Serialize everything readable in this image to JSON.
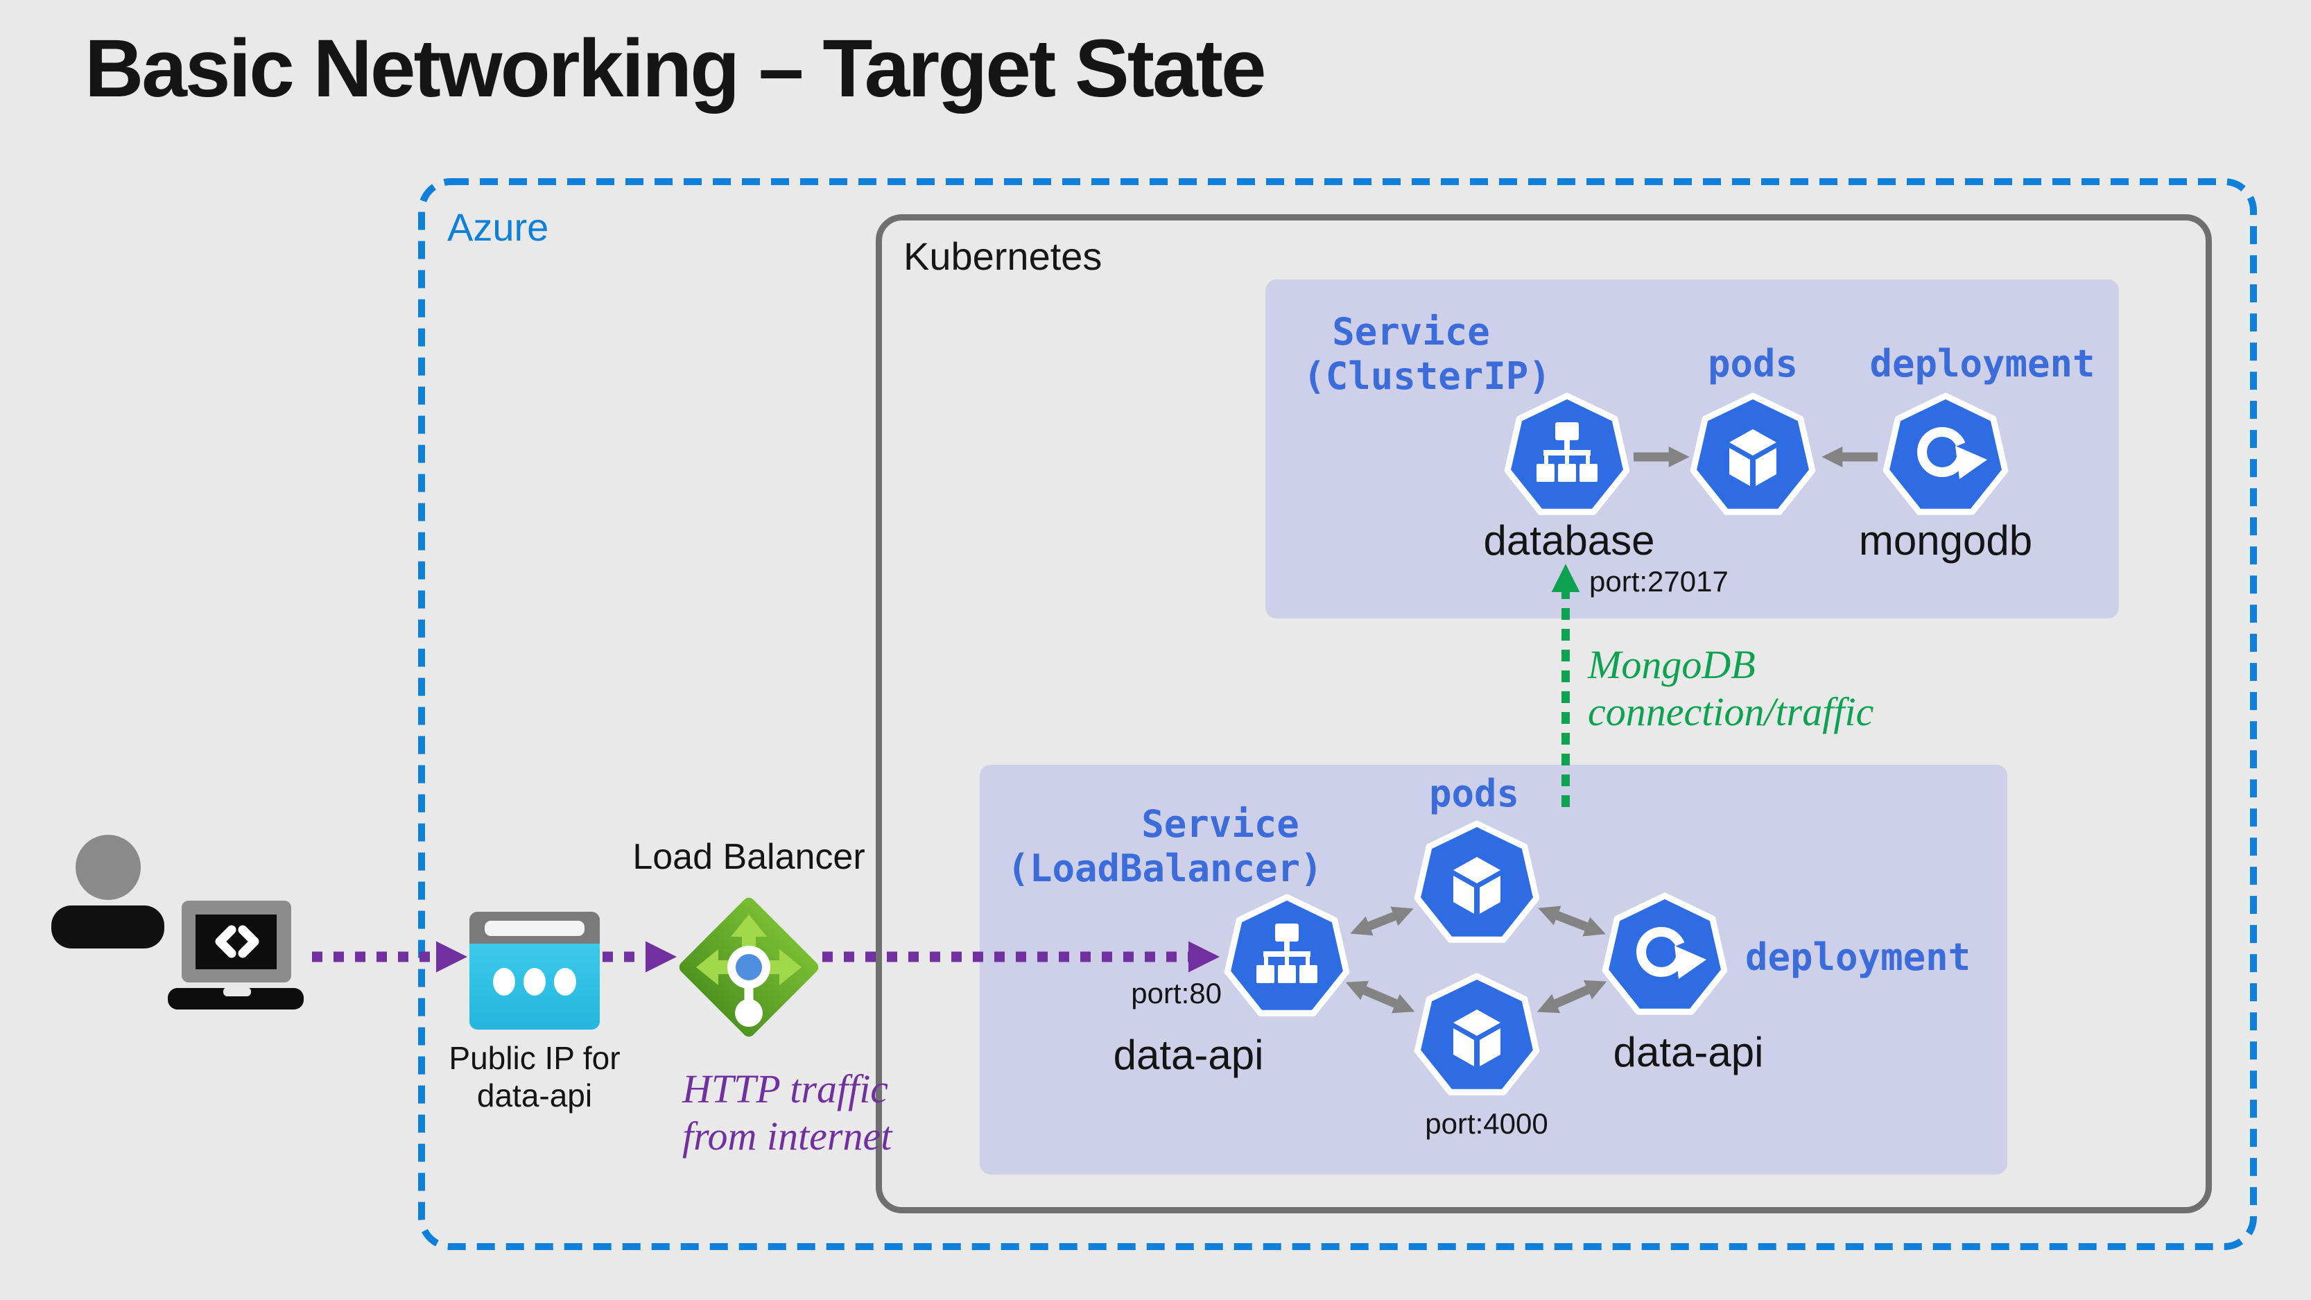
{
  "title": "Basic Networking – Target State",
  "azure": {
    "label": "Azure"
  },
  "kubernetes": {
    "label": "Kubernetes"
  },
  "cluster_ip_group": {
    "service_type_line1": "Service",
    "service_type_line2": "(ClusterIP)",
    "pods_label": "pods",
    "deployment_label": "deployment",
    "service_name": "database",
    "service_port": "port:27017",
    "deployment_name": "mongodb"
  },
  "load_balancer_group": {
    "service_type_line1": "Service",
    "service_type_line2": "(LoadBalancer)",
    "pods_label": "pods",
    "deployment_label": "deployment",
    "service_name": "data-api",
    "service_port": "port:80",
    "pod_port": "port:4000",
    "deployment_name": "data-api"
  },
  "external": {
    "load_balancer_label": "Load Balancer",
    "public_ip_line1": "Public IP for",
    "public_ip_line2": "data-api"
  },
  "flows": {
    "http_line1": "HTTP traffic",
    "http_line2": "from internet",
    "mongo_line1": "MongoDB",
    "mongo_line2": "connection/traffic"
  },
  "icons": {
    "user": "user-icon",
    "laptop": "laptop-code-icon",
    "public_ip": "azure-public-ip-icon",
    "load_balancer": "azure-load-balancer-icon",
    "k8s_service": "k8s-service-icon",
    "k8s_pod": "k8s-pod-icon",
    "k8s_deployment": "k8s-deployment-icon"
  },
  "colors": {
    "background": "#e9e9e9",
    "panel": "#cdd0e8",
    "azure_blue": "#0f80d9",
    "k8s_label_blue": "#3b6cd9",
    "k8s_icon_blue": "#2e6ce3",
    "text_black": "#161616",
    "purple": "#7030a0",
    "green": "#0ca24f",
    "gray": "#838383",
    "kubernetes_border": "#6f6f6f",
    "public_ip_cyan": "#35c9ec",
    "load_balancer_green": "#6cb32b"
  }
}
